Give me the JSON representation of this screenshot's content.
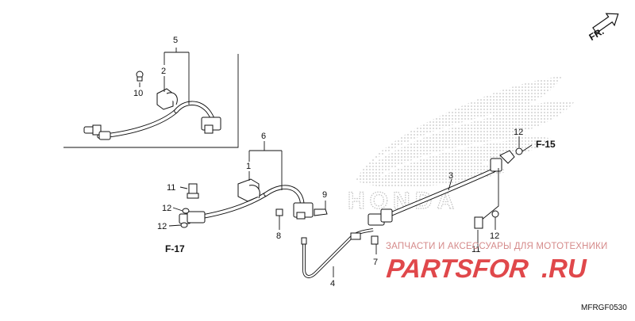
{
  "callouts": {
    "c1": "1",
    "c2": "2",
    "c3": "3",
    "c4": "4",
    "c5": "5",
    "c6": "6",
    "c7": "7",
    "c8": "8",
    "c9": "9",
    "c10": "10",
    "c11_left": "11",
    "c11_right": "11",
    "c12_left_top": "12",
    "c12_left_bottom": "12",
    "c12_right_top": "12",
    "c12_right_bottom": "12"
  },
  "references": {
    "f15": "F-15",
    "f17": "F-17"
  },
  "direction_label": "FR.",
  "diagram_code": "MFRGF0530",
  "watermark": {
    "caption": "ЗАПЧАСТИ И АКСЕССУАРЫ ДЛЯ МОТОТЕХНИКИ",
    "brand_main": "PARTSFOR",
    "brand_suffix": ".RU",
    "background_logo_text": "HONDA"
  },
  "colors": {
    "line": "#111111",
    "watermark_red": "#e0484b",
    "watermark_caption": "#d58a8a",
    "logo_dots": "#c4c4c4"
  }
}
